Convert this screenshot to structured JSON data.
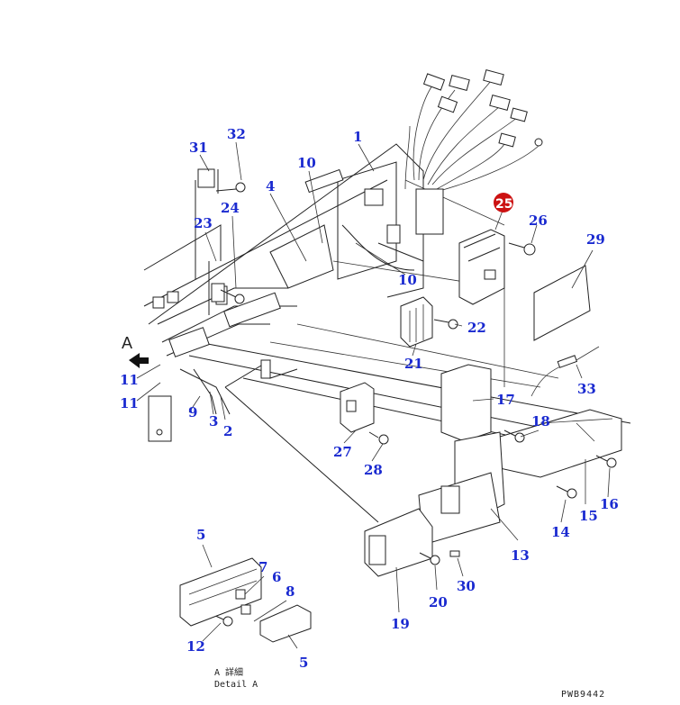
{
  "figure_code": "PWB9442",
  "detail_caption": "A 詳細",
  "detail_caption_en": "Detail A",
  "view_marker": "A",
  "highlight_color": "#cc1111",
  "label_color": "#1a2ad0",
  "callouts": [
    {
      "id": "c1",
      "text": "1"
    },
    {
      "id": "c2",
      "text": "2"
    },
    {
      "id": "c3",
      "text": "3"
    },
    {
      "id": "c4",
      "text": "4"
    },
    {
      "id": "c5a",
      "text": "5"
    },
    {
      "id": "c5b",
      "text": "5"
    },
    {
      "id": "c6",
      "text": "6"
    },
    {
      "id": "c7",
      "text": "7"
    },
    {
      "id": "c8",
      "text": "8"
    },
    {
      "id": "c9",
      "text": "9"
    },
    {
      "id": "c10a",
      "text": "10"
    },
    {
      "id": "c10b",
      "text": "10"
    },
    {
      "id": "c11a",
      "text": "11"
    },
    {
      "id": "c11b",
      "text": "11"
    },
    {
      "id": "c12",
      "text": "12"
    },
    {
      "id": "c13",
      "text": "13"
    },
    {
      "id": "c14",
      "text": "14"
    },
    {
      "id": "c15",
      "text": "15"
    },
    {
      "id": "c16",
      "text": "16"
    },
    {
      "id": "c17",
      "text": "17"
    },
    {
      "id": "c18",
      "text": "18"
    },
    {
      "id": "c19",
      "text": "19"
    },
    {
      "id": "c20",
      "text": "20"
    },
    {
      "id": "c21",
      "text": "21"
    },
    {
      "id": "c22",
      "text": "22"
    },
    {
      "id": "c23",
      "text": "23"
    },
    {
      "id": "c24",
      "text": "24"
    },
    {
      "id": "c25",
      "text": "25"
    },
    {
      "id": "c26",
      "text": "26"
    },
    {
      "id": "c27",
      "text": "27"
    },
    {
      "id": "c28",
      "text": "28"
    },
    {
      "id": "c29",
      "text": "29"
    },
    {
      "id": "c30",
      "text": "30"
    },
    {
      "id": "c31",
      "text": "31"
    },
    {
      "id": "c32",
      "text": "32"
    },
    {
      "id": "c33",
      "text": "33"
    }
  ]
}
